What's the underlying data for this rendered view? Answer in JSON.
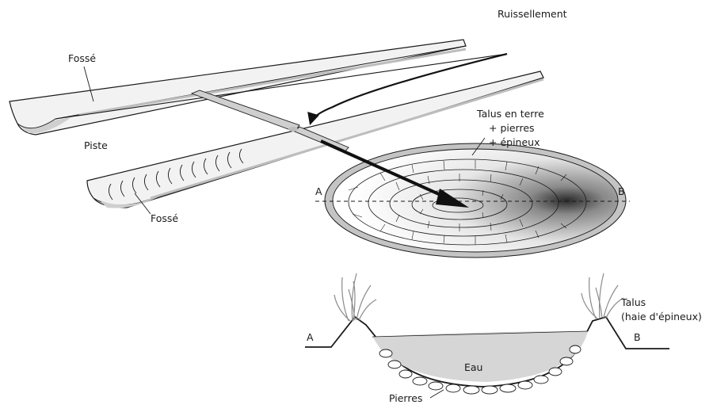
{
  "labels": {
    "ruissellement": "Ruissellement",
    "fosse_top": "Fossé",
    "piste": "Piste",
    "fosse_bottom": "Fossé",
    "talus_terre_1": "Talus en terre",
    "talus_terre_2": "+ pierres",
    "talus_terre_3": "+ épineux",
    "plan_a": "A",
    "plan_b": "B",
    "section_a": "A",
    "section_b": "B",
    "talus_section_1": "Talus",
    "talus_section_2": "(haie d'épineux)",
    "eau": "Eau",
    "pierres": "Pierres"
  },
  "colors": {
    "ink": "#1a1a1a",
    "road_fill": "#f2f2f2",
    "ditch_fill": "#cfcfcf",
    "water": "#d6d6d6",
    "rim": "#c4c4c4",
    "grass": "#8a8a8a"
  }
}
